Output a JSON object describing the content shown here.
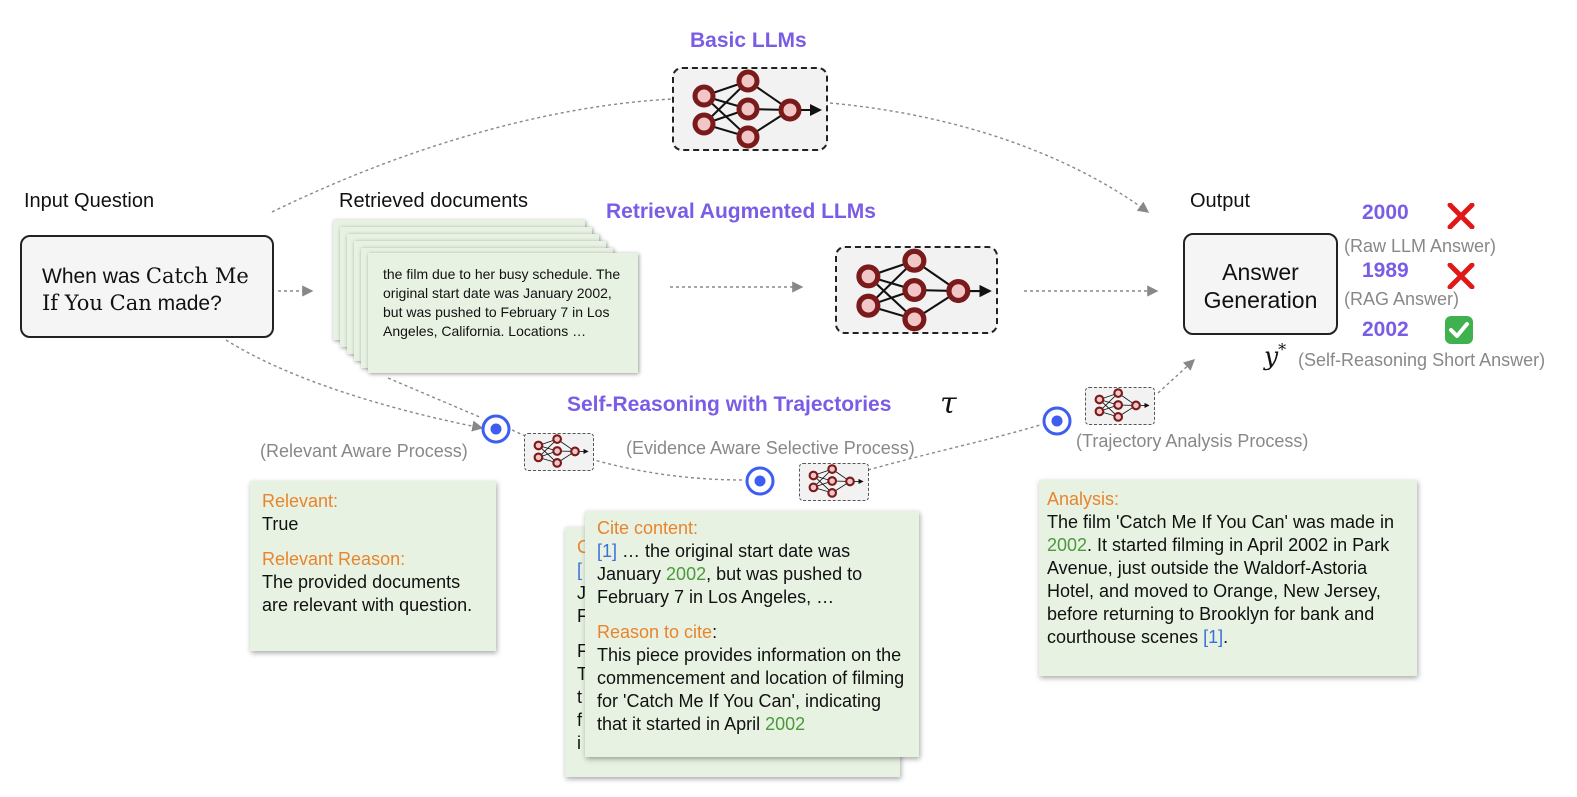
{
  "colors": {
    "purple": "#7b5ce6",
    "orange": "#e8842c",
    "blue": "#3d6fd9",
    "green": "#4a9a3a",
    "card": "#e8f2e2",
    "node": "#7a1a1a"
  },
  "basic_llms": "Basic LLMs",
  "rag_llms": "Retrieval Augmented  LLMs",
  "self_reasoning": "Self-Reasoning with Trajectories",
  "tau_symbol": "τ",
  "input": {
    "label": "Input Question",
    "line1_a": "When was ",
    "line1_b": "Catch Me",
    "line2_a": "If You Can",
    "line2_b": " made?"
  },
  "retrieved": {
    "label": "Retrieved documents",
    "text": "the film due to her busy schedule. The original start date was January 2002, but was pushed to February 7 in Los Angeles, California. Locations …"
  },
  "output": {
    "label": "Output",
    "box_line1": "Answer",
    "box_line2": "Generation",
    "answers": [
      {
        "value": "2000",
        "note": "(Raw LLM Answer)",
        "mark": "cross-icon"
      },
      {
        "value": "1989",
        "note": "(RAG Answer)",
        "mark": "cross-icon"
      },
      {
        "value": "2002",
        "note": "(Self-Reasoning Short Answer)",
        "mark": "check-icon"
      }
    ],
    "y_star": "y",
    "y_star_sup": "*"
  },
  "processes": {
    "relevant": "(Relevant Aware Process)",
    "evidence": "(Evidence Aware Selective Process)",
    "trajectory": "(Trajectory Analysis Process)"
  },
  "relevant_card": {
    "h1": "Relevant:",
    "v1": "True",
    "h2": "Relevant Reason:",
    "v2": "The provided documents are relevant with question."
  },
  "cite_card": {
    "h1": "Cite content:",
    "ref": "[1]",
    "t1": " … the original start date was January ",
    "year": "2002",
    "t2": ", but was pushed to February 7 in Los Angeles, …",
    "h2": "Reason to cite",
    "colon": ":",
    "t3": "This piece provides information on the commencement and location of filming for 'Catch Me If You Can', indicating that it started in April ",
    "year2": "2002"
  },
  "back_card_letters": [
    "C",
    "[",
    "J",
    "F",
    "F",
    "T",
    "t",
    "f",
    "i"
  ],
  "analysis_card": {
    "h1": "Analysis:",
    "t1": "The film 'Catch Me If You Can' was made in ",
    "year": "2002",
    "t2": ". It started filming in April 2002 in Park Avenue, just outside the Waldorf-Astoria Hotel, and moved to Orange, New Jersey, before returning to Brooklyn for bank and courthouse scenes ",
    "ref": "[1]",
    "t3": "."
  }
}
